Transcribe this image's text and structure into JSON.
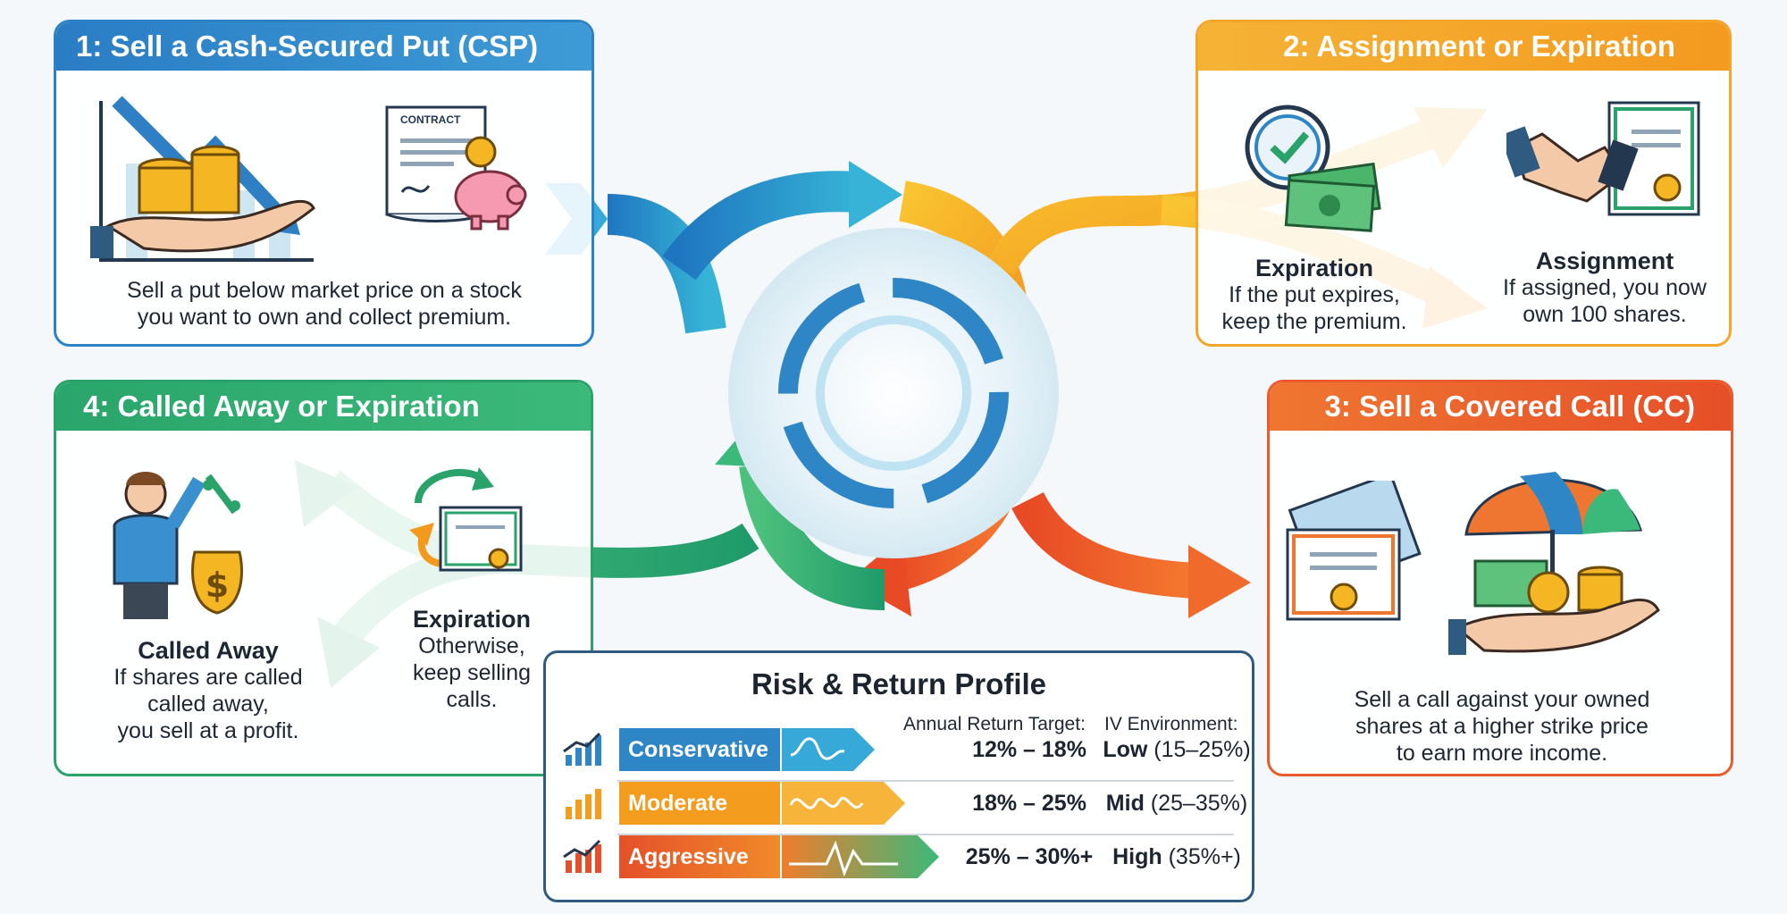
{
  "steps": {
    "step1": {
      "header": "1: Sell a Cash-Secured Put (CSP)",
      "contract_label": "CONTRACT",
      "description_line1": "Sell a put below market price on a stock",
      "description_line2": "you want to own and collect premium."
    },
    "step2": {
      "header": "2: Assignment or Expiration",
      "expiration_title": "Expiration",
      "expiration_line1": "If the put expires,",
      "expiration_line2": "keep the premium.",
      "assignment_title": "Assignment",
      "assignment_line1": "If assigned, you now",
      "assignment_line2": "own 100 shares."
    },
    "step3": {
      "header": "3: Sell a Covered Call (CC)",
      "description_line1": "Sell a call against your owned",
      "description_line2": "shares at a higher strike price",
      "description_line3": "to earn more income."
    },
    "step4": {
      "header": "4: Called Away or Expiration",
      "called_title": "Called Away",
      "called_line1": "If shares are called",
      "called_line2": "called away,",
      "called_line3": "you sell at a profit.",
      "expiration_title": "Expiration",
      "expiration_line1": "Otherwise,",
      "expiration_line2": "keep selling",
      "expiration_line3": "calls."
    }
  },
  "risk_profile": {
    "title": "Risk & Return Profile",
    "col_return": "Annual Return Target:",
    "col_iv": "IV Environment:",
    "rows": [
      {
        "label": "Conservative",
        "return": "12% – 18%",
        "iv_level": "Low",
        "iv_range": "(15–25%)",
        "color": "#2f86c6"
      },
      {
        "label": "Moderate",
        "return": "18% – 25%",
        "iv_level": "Mid",
        "iv_range": "(25–35%)",
        "color": "#f39c1e"
      },
      {
        "label": "Aggressive",
        "return": "25% – 30%+",
        "iv_level": "High",
        "iv_range": "(35%+)",
        "color": "#e5502a"
      }
    ]
  },
  "colors": {
    "blue": "#2f86c6",
    "orange": "#f3a62a",
    "red_orange": "#e95a2c",
    "green": "#2aa36a",
    "navy": "#2e5b7f"
  }
}
